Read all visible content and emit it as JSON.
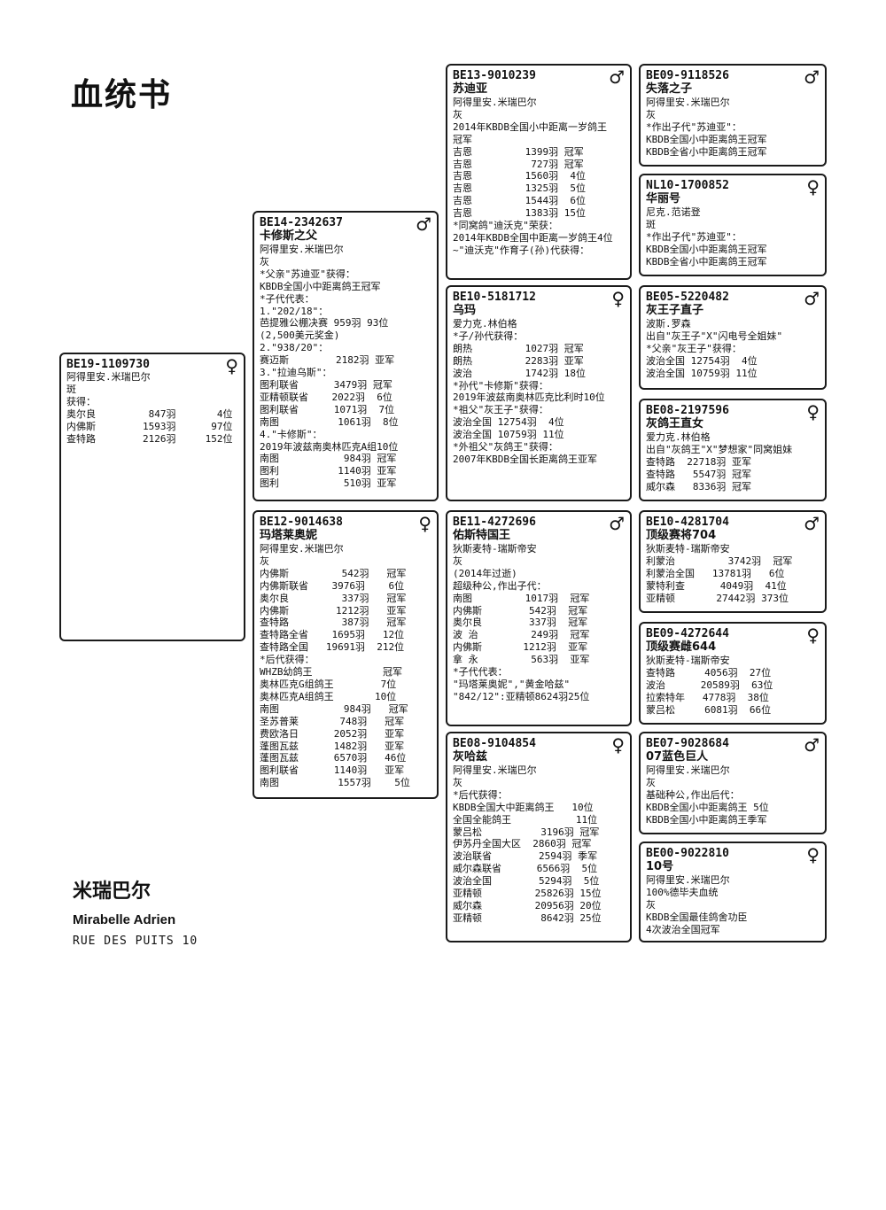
{
  "title": "血统书",
  "owner": {
    "name_cn": "米瑞巴尔",
    "name_en": "Mirabelle Adrien",
    "address": "RUE DES PUITS 10"
  },
  "male_symbol": "♂",
  "female_symbol": "♀",
  "birds": {
    "subject": {
      "ring": "BE19-1109730",
      "name": "",
      "sex": "female",
      "lines": "阿得里安.米瑞巴尔\n斑\n获得：\n奥尔良         847羽       4位\n内佛斯        1593羽      97位\n查特路        2126羽     152位"
    },
    "sire": {
      "ring": "BE14-2342637",
      "name": "卡修斯之父",
      "sex": "male",
      "lines": "阿得里安.米瑞巴尔\n灰\n*父亲\"苏迪亚\"获得：\nKBDB全国小中距离鸽王冠军\n*子代代表：\n1.\"202/18\"：\n芭提雅公棚决赛 959羽 93位\n(2,500美元奖金)\n2.\"938/20\"：\n赛迈斯        2182羽 亚军\n3.\"拉迪乌斯\"：\n图利联省      3479羽 冠军\n亚精顿联省    2022羽  6位\n图利联省      1071羽  7位\n南图          1061羽  8位\n4.\"卡修斯\"：\n2019年波兹南奥林匹克A组10位\n南图           984羽 冠军\n图利          1140羽 亚军\n图利           510羽 亚军"
    },
    "dam": {
      "ring": "BE12-9014638",
      "name": "玛塔莱奥妮",
      "sex": "female",
      "lines": "阿得里安.米瑞巴尔\n灰\n内佛斯         542羽   冠军\n内佛斯联省    3976羽    6位\n奥尔良         337羽   冠军\n内佛斯        1212羽   亚军\n查特路         387羽   冠军\n查特路全省    1695羽   12位\n查特路全国   19691羽  212位\n*后代获得：\nWHZB幼鸽王            冠军\n奥林匹克G组鸽王        7位\n奥林匹克A组鸽王       10位\n南图           984羽   冠军\n圣苏普莱       748羽   冠军\n费欧洛日      2052羽   亚军\n蓬图瓦兹      1482羽   亚军\n蓬图瓦兹      6570羽   46位\n图利联省      1140羽   亚军\n南图          1557羽    5位"
    },
    "ss": {
      "ring": "BE13-9010239",
      "name": "苏迪亚",
      "sex": "male",
      "lines": "阿得里安.米瑞巴尔\n灰\n2014年KBDB全国小中距离一岁鸽王\n冠军\n吉恩         1399羽 冠军\n吉恩          727羽 冠军\n吉恩         1560羽  4位\n吉恩         1325羽  5位\n吉恩         1544羽  6位\n吉恩         1383羽 15位\n*同窝鸽\"迪沃克\"荣获：\n2014年KBDB全国中距离一岁鸽王4位\n~\"迪沃克\"作育子(孙)代获得："
    },
    "sd": {
      "ring": "BE10-5181712",
      "name": "乌玛",
      "sex": "female",
      "lines": "爱力克.林伯格\n*子/孙代获得：\n朗热         1027羽 冠军\n朗热         2283羽 亚军\n波治         1742羽 18位\n*孙代\"卡修斯\"获得：\n2019年波兹南奥林匹克比利时10位\n*祖父\"灰王子\"获得：\n波治全国 12754羽  4位\n波治全国 10759羽 11位\n*外祖父\"灰鸽王\"获得：\n2007年KBDB全国长距离鸽王亚军"
    },
    "ds": {
      "ring": "BE11-4272696",
      "name": "佑斯特国王",
      "sex": "male",
      "lines": "狄斯麦特-瑞斯帝安\n灰\n(2014年过逝)\n超级种公,作出子代：\n南图         1017羽  冠军\n内佛斯        542羽  冠军\n奥尔良        337羽  冠军\n波 治         249羽  冠军\n内佛斯       1212羽  亚军\n拿 永         563羽  亚军\n*子代代表：\n\"玛塔莱奥妮\",\"黄金哈兹\"\n\"842/12\":亚精顿8624羽25位"
    },
    "dd": {
      "ring": "BE08-9104854",
      "name": "灰哈兹",
      "sex": "female",
      "lines": "阿得里安.米瑞巴尔\n灰\n*后代获得：\nKBDB全国大中距离鸽王   10位\n全国全能鸽王           11位\n蒙吕松          3196羽 冠军\n伊苏丹全国大区  2860羽 冠军\n波治联省        2594羽 季军\n威尔森联省      6566羽  5位\n波治全国        5294羽  5位\n亚精顿         25826羽 15位\n威尔森         20956羽 20位\n亚精顿          8642羽 25位"
    },
    "sss": {
      "ring": "BE09-9118526",
      "name": "失落之子",
      "sex": "male",
      "lines": "阿得里安.米瑞巴尔\n灰\n*作出子代\"苏迪亚\"：\nKBDB全国小中距离鸽王冠军\nKBDB全省小中距离鸽王冠军"
    },
    "ssd": {
      "ring": "NL10-1700852",
      "name": "华丽号",
      "sex": "female",
      "lines": "尼克.范诺登\n斑\n*作出子代\"苏迪亚\"：\nKBDB全国小中距离鸽王冠军\nKBDB全省小中距离鸽王冠军"
    },
    "sds": {
      "ring": "BE05-5220482",
      "name": "灰王子直子",
      "sex": "male",
      "lines": "波斯.罗森\n出自\"灰王子\"X\"闪电号全姐妹\"\n*父亲\"灰王子\"获得：\n波治全国 12754羽  4位\n波治全国 10759羽 11位"
    },
    "sdd": {
      "ring": "BE08-2197596",
      "name": "灰鸽王直女",
      "sex": "female",
      "lines": "爱力克.林伯格\n出自\"灰鸽王\"X\"梦想家\"同窝姐妹\n查特路  22718羽 亚军\n查特路   5547羽 冠军\n威尔森   8336羽 冠军"
    },
    "dss": {
      "ring": "BE10-4281704",
      "name": "顶级赛将704",
      "sex": "male",
      "lines": "狄斯麦特-瑞斯帝安\n利蒙治         3742羽  冠军\n利蒙治全国   13781羽   6位\n蒙特利查      4049羽  41位\n亚精顿       27442羽 373位"
    },
    "dsd": {
      "ring": "BE09-4272644",
      "name": "顶级赛雌644",
      "sex": "female",
      "lines": "狄斯麦特-瑞斯帝安\n查特路     4056羽  27位\n波治      20589羽  63位\n拉索特年   4778羽  38位\n蒙吕松     6081羽  66位"
    },
    "dds": {
      "ring": "BE07-9028684",
      "name": "07蓝色巨人",
      "sex": "male",
      "lines": "阿得里安.米瑞巴尔\n灰\n基础种公,作出后代：\nKBDB全国小中距离鸽王 5位\nKBDB全国小中距离鸽王季军"
    },
    "ddd": {
      "ring": "BE00-9022810",
      "name": "10号",
      "sex": "female",
      "lines": "阿得里安.米瑞巴尔\n100%德毕夫血统\n灰\nKBDB全国最佳鸽舍功臣\n4次波治全国冠军"
    }
  }
}
